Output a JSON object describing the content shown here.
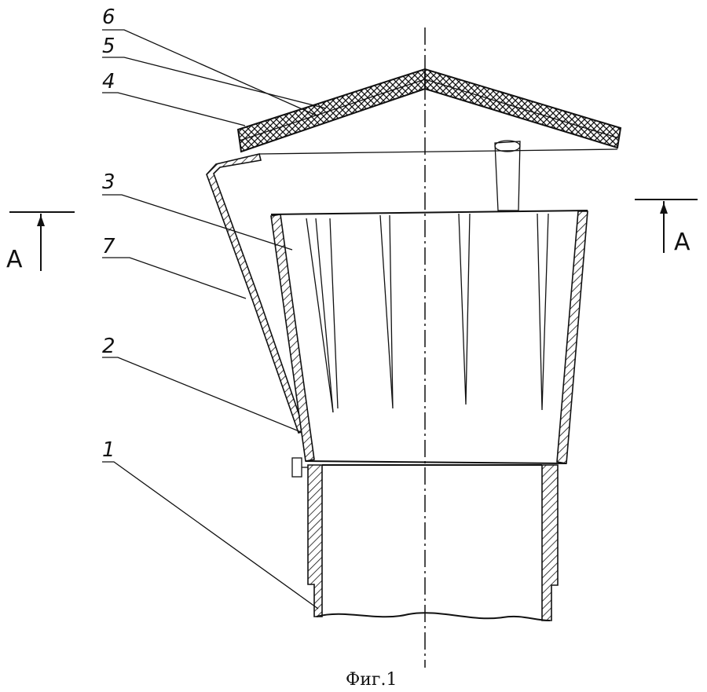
{
  "figure": {
    "caption": "Фиг.1",
    "part_labels": {
      "p1": "1",
      "p2": "2",
      "p3": "3",
      "p4": "4",
      "p5": "5",
      "p6": "6",
      "p7": "7"
    },
    "section_marks": {
      "left": "A",
      "right": "A"
    },
    "colors": {
      "ink": "#111111",
      "background": "#ffffff"
    }
  }
}
